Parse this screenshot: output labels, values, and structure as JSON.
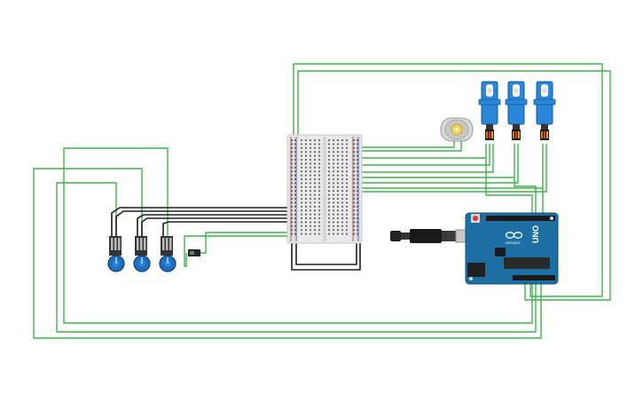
{
  "canvas": {
    "background": "#ffffff"
  },
  "colors": {
    "wire_green": "#3bb54a",
    "wire_black": "#1e1e1e",
    "arduino_blue": "#1d6fa3",
    "servo_blue": "#2a86d8",
    "breadboard": "#e9e9e9",
    "knob_blue": "#1e6fbf"
  },
  "arduino": {
    "brand_text": "UNO",
    "logo_text": "ARDUINO",
    "icon": "arduino-infinity-logo"
  },
  "components": {
    "servo_count": 3,
    "potentiometer_count": 3,
    "dc_motor_count": 1,
    "slide_switch_count": 1,
    "breadboard_size": "half"
  }
}
